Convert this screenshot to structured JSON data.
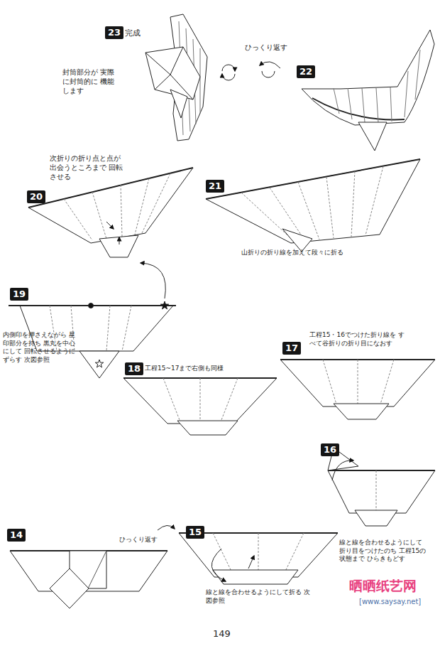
{
  "diagram": {
    "nodes": [
      {
        "text": [
          "23"
        ]
      },
      {
        "text": [
          "22"
        ]
      },
      {
        "text": [
          "20"
        ]
      },
      {
        "text": [
          "21"
        ]
      },
      {
        "text": [
          "19"
        ]
      },
      {
        "text": [
          "18"
        ]
      },
      {
        "text": [
          "17"
        ]
      },
      {
        "text": [
          "16"
        ]
      },
      {
        "text": [
          "14"
        ]
      },
      {
        "text": [
          "15"
        ]
      }
    ],
    "labels": [
      "完成",
      "封筒部分が 実際に封筒的に 機能します",
      "ひっくり返す",
      "次折りの折り点と点が 出会うところまで 回転させる",
      "山折りの折り線を加えて段々に折る",
      "内側印を押さえながら 星印部分を持ち 黒丸を中心にして 回転させるようにずらす 次図参照",
      "工程15~17まで右側も同様",
      "工程15・16でつけた折り線を すべて谷折りの折り目になおす",
      "線と線を合わせるようにして 折り目をつけたのち 工程15の状態まで ひらきもどす",
      "ひっくり返す",
      "線と線を合わせるようにして折る 次図参照",
      "149",
      "晒晒纸艺网",
      "[www.saysay.net]"
    ]
  }
}
